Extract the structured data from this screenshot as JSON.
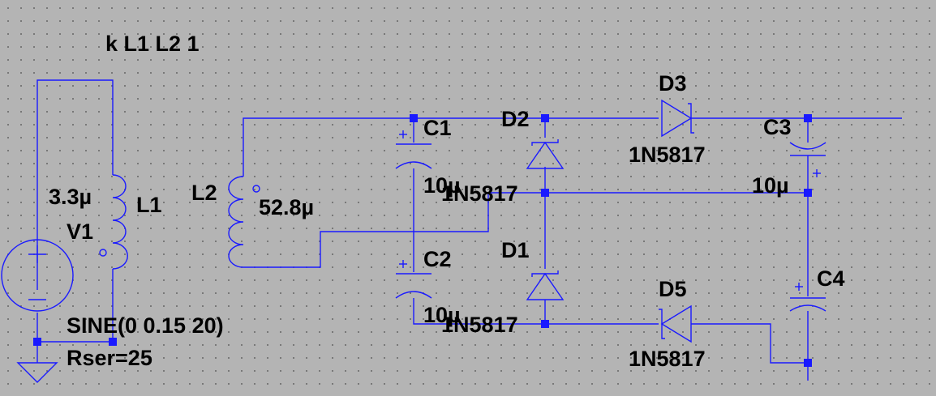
{
  "schematic": {
    "directive": "k L1 L2 1",
    "components": {
      "L1": {
        "name": "L1",
        "value": "3.3µ"
      },
      "L2": {
        "name": "L2",
        "value": "52.8µ"
      },
      "V1": {
        "name": "V1",
        "value": "SINE(0 0.15 20)",
        "rser": "Rser=25"
      },
      "C1": {
        "name": "C1",
        "value": "10µ"
      },
      "C2": {
        "name": "C2",
        "value": "10µ"
      },
      "C3": {
        "name": "C3",
        "value": "10µ"
      },
      "C4": {
        "name": "C4"
      },
      "D1": {
        "name": "D1",
        "model": "1N5817"
      },
      "D2": {
        "name": "D2",
        "model": "1N5817"
      },
      "D3": {
        "name": "D3",
        "model": "1N5817"
      },
      "D5": {
        "name": "D5",
        "model": "1N5817"
      }
    }
  },
  "colors": {
    "background": "#b4b4b4",
    "wire": "#1a1aff",
    "label": "#000000"
  }
}
